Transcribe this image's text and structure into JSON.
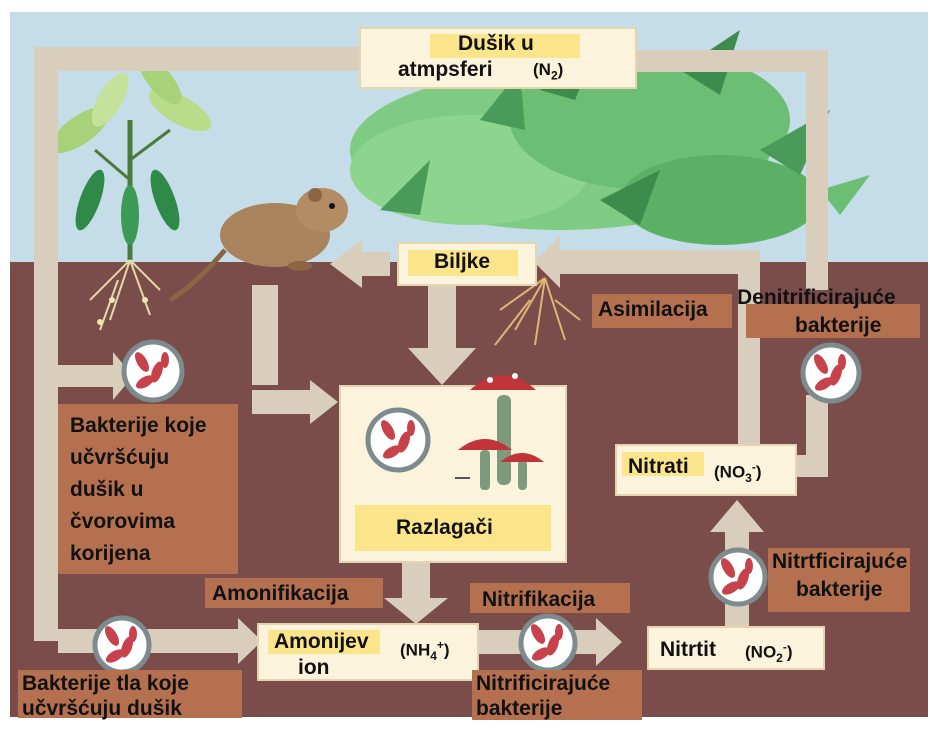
{
  "colors": {
    "sky": "#c5dde8",
    "soil": "#7a4d4a",
    "arrow": "#d9cebc",
    "label_box": "#b5714f",
    "cream_box": "#fcf3dc",
    "highlight": "#fbe58b",
    "mushroom_cap": "#c0343a",
    "mushroom_stem": "#7e9a7c",
    "bacteria": "#c7424a",
    "foliage": "#5db86a"
  },
  "nodes": {
    "atmosphere_l1": "Dušik u",
    "atmosphere_l2": "atmpsferi",
    "atmosphere_formula": "(N",
    "atmosphere_sub": "2",
    "atmosphere_close": ")",
    "plants": "Biljke",
    "decomposers": "Razlagači",
    "ammonium_l1": "Amonijev",
    "ammonium_l2": "ion",
    "ammonium_formula": "(NH",
    "ammonium_sub": "4",
    "ammonium_sup": "+",
    "ammonium_close": ")",
    "nitrite": "Nitrtit",
    "nitrite_formula": "(NO",
    "nitrite_sub": "2",
    "nitrite_sup": "-",
    "nitrite_close": ")",
    "nitrate": "Nitrati",
    "nitrate_formula": "(NO",
    "nitrate_sub": "3",
    "nitrate_sup": "-",
    "nitrate_close": ")"
  },
  "processes": {
    "assimilation": "Asimilacija",
    "denitrifying_l1": "Denitrificirajuće",
    "denitrifying_l2": "bakterije",
    "root_nodule_l1": "Bakterije koje",
    "root_nodule_l2": "učvršćuju",
    "root_nodule_l3": "dušik u",
    "root_nodule_l4": "čvorovima",
    "root_nodule_l5": "korijena",
    "ammonification": "Amonifikacija",
    "nitrification": "Nitrifikacija",
    "nitrifying_l1": "Nitrificirajuće",
    "nitrifying_l2": "bakterije",
    "nitrite_bacteria_l1": "Nitrtficirajuće",
    "nitrite_bacteria_l2": "bakterije",
    "soil_bacteria_l1": "Bakterije tla koje",
    "soil_bacteria_l2": "učvršćuju dušik"
  }
}
